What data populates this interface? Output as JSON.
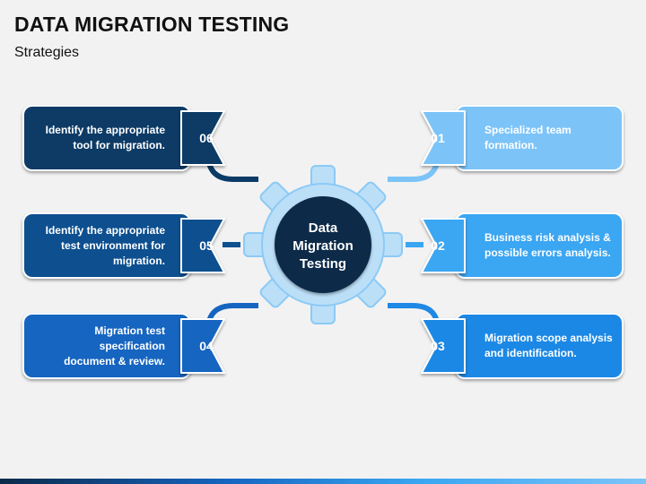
{
  "header": {
    "title": "DATA MIGRATION TESTING",
    "subtitle": "Strategies"
  },
  "center": {
    "label_lines": [
      "Data",
      "Migration",
      "Testing"
    ]
  },
  "steps": [
    {
      "num": "01",
      "lines": [
        "Specialized team",
        "formation."
      ],
      "color": "#7cc4f8",
      "side": "right"
    },
    {
      "num": "02",
      "lines": [
        "Business risk analysis &",
        "possible errors analysis."
      ],
      "color": "#3aa6f2",
      "side": "right"
    },
    {
      "num": "03",
      "lines": [
        "Migration scope analysis",
        "and identification."
      ],
      "color": "#1e88e5",
      "side": "right"
    },
    {
      "num": "04",
      "lines": [
        "Migration test",
        "specification",
        "document & review."
      ],
      "color": "#1565c0",
      "side": "left"
    },
    {
      "num": "05",
      "lines": [
        "Identify the appropriate",
        "test environment for",
        "migration."
      ],
      "color": "#0d4f8f",
      "side": "left"
    },
    {
      "num": "06",
      "lines": [
        "Identify the appropriate",
        "tool for migration."
      ],
      "color": "#0b3a66",
      "side": "left"
    }
  ],
  "colors": {
    "gear_outer": "#bcdff8",
    "gear_inner": "#8ccaf5",
    "hub": "#0b2a4a",
    "footer_gradient": [
      "#0b2a4a",
      "#1565c0",
      "#3aa6f2",
      "#7cc4f8"
    ]
  }
}
